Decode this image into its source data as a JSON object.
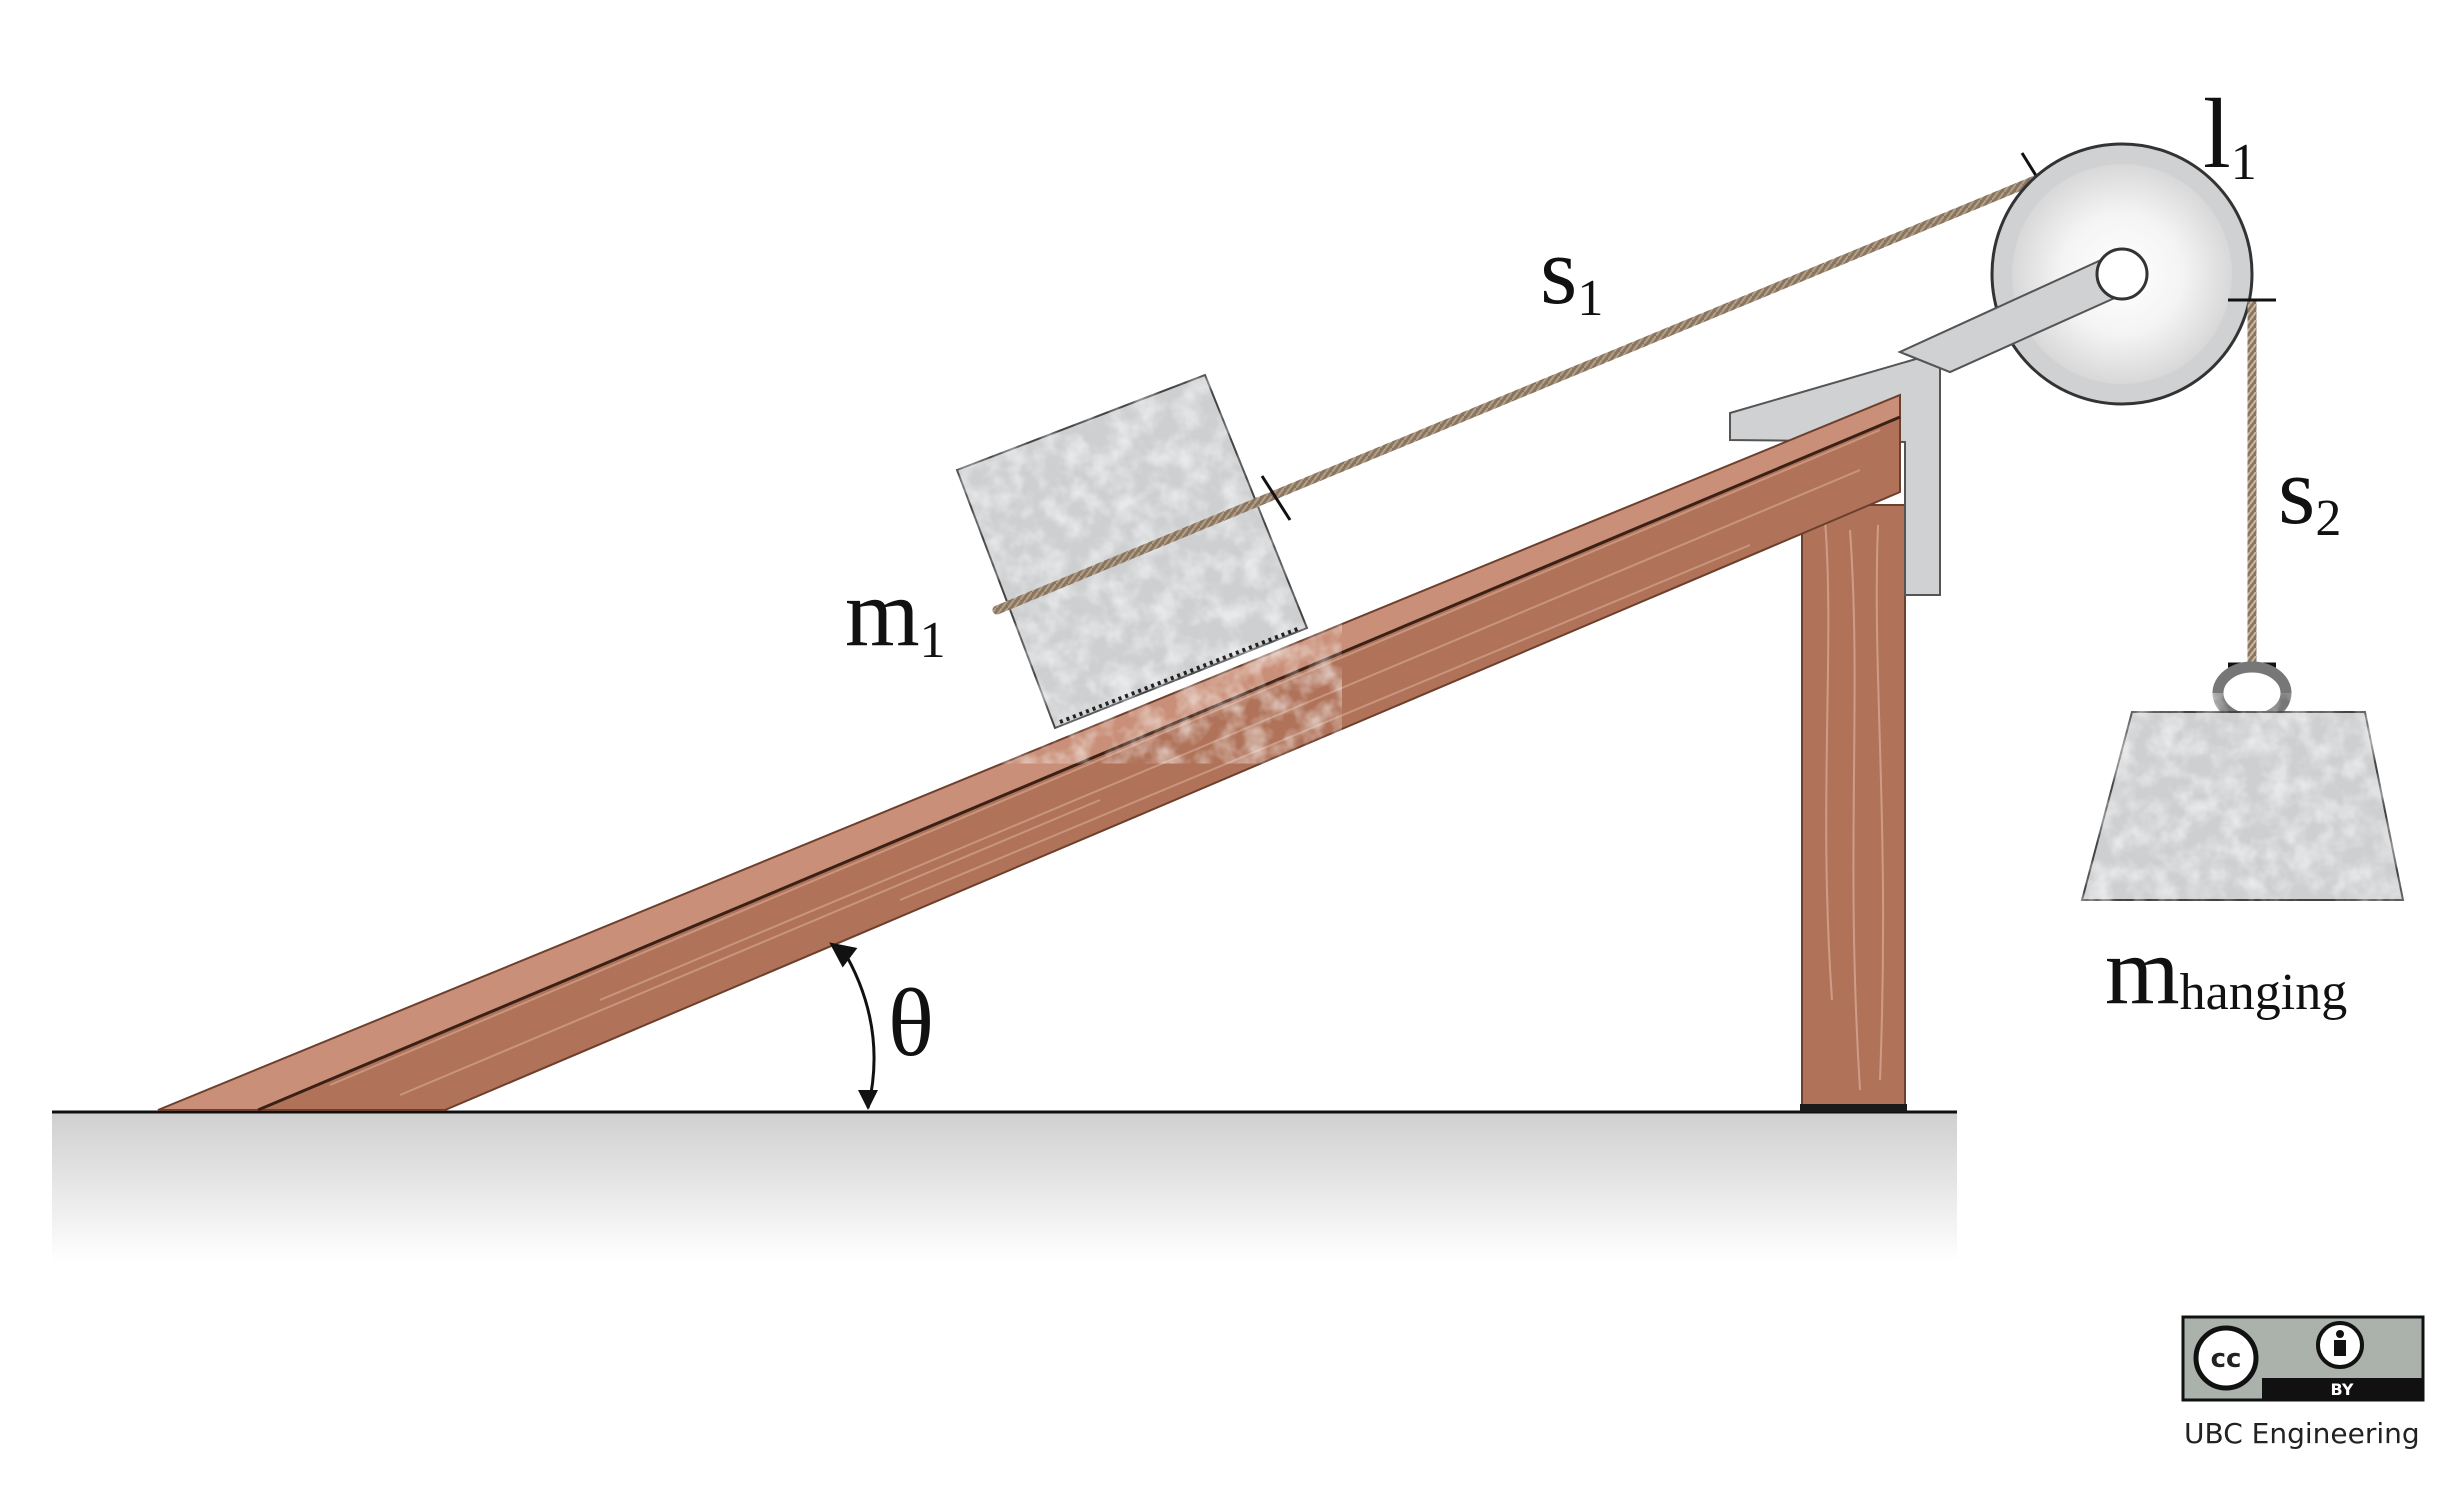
{
  "labels": {
    "m1": {
      "main": "m",
      "sub": "1"
    },
    "s1": {
      "main": "s",
      "sub": "1"
    },
    "s2": {
      "main": "s",
      "sub": "2"
    },
    "l1": {
      "main": "l",
      "sub": "1"
    },
    "m_hanging": {
      "main": "m",
      "sub": "hanging"
    },
    "theta": "θ"
  },
  "license": {
    "cc": "cc",
    "by": "BY",
    "credit": "UBC Engineering"
  },
  "colors": {
    "wood": "#b0735a",
    "wood_dark": "#8e5640",
    "wood_light": "#c98f78",
    "block": "#cdcfd1",
    "bracket": "#cfd1d3",
    "rope": "#8a7560",
    "ground": "#d9d9d9"
  }
}
